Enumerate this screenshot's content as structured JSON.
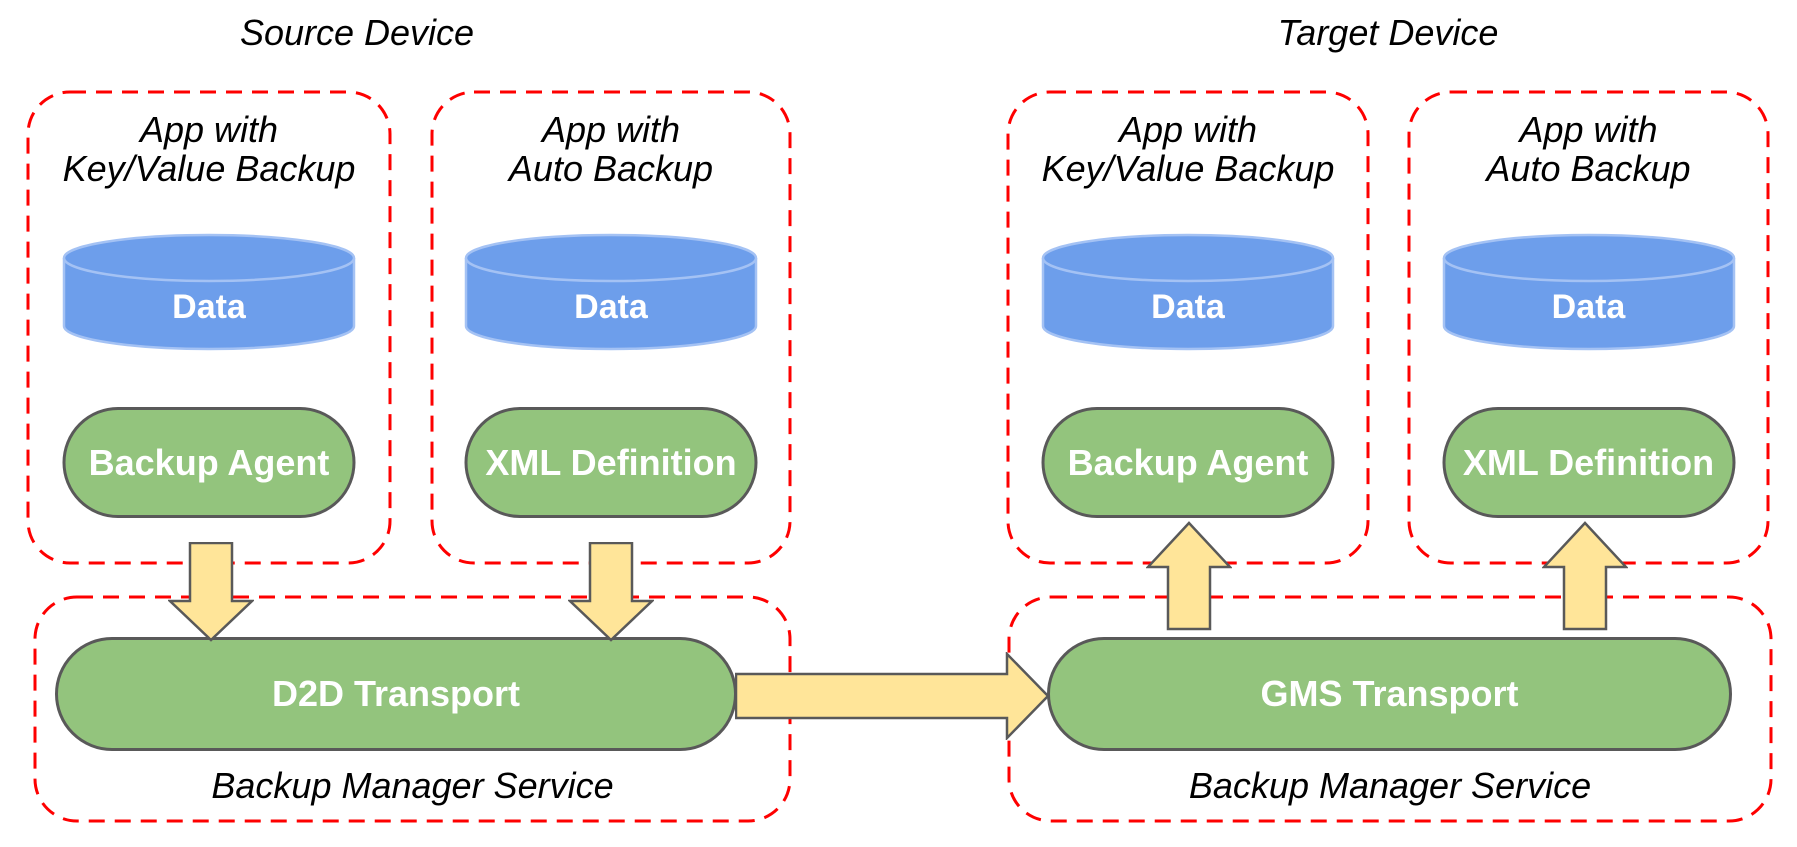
{
  "titles": {
    "source": "Source Device",
    "target": "Target Device"
  },
  "source_device": {
    "apps": [
      {
        "label": "App with\nKey/Value Backup",
        "store": "Data",
        "component": "Backup Agent"
      },
      {
        "label": "App with\nAuto Backup",
        "store": "Data",
        "component": "XML Definition"
      }
    ],
    "service": {
      "transport": "D2D Transport",
      "label": "Backup Manager Service"
    }
  },
  "target_device": {
    "apps": [
      {
        "label": "App with\nKey/Value Backup",
        "store": "Data",
        "component": "Backup Agent"
      },
      {
        "label": "App with\nAuto Backup",
        "store": "Data",
        "component": "XML Definition"
      }
    ],
    "service": {
      "transport": "GMS Transport",
      "label": "Backup Manager Service"
    }
  },
  "flows": [
    {
      "from": "Backup Agent (source)",
      "to": "D2D Transport",
      "direction": "down"
    },
    {
      "from": "XML Definition (source)",
      "to": "D2D Transport",
      "direction": "down"
    },
    {
      "from": "D2D Transport",
      "to": "GMS Transport",
      "direction": "right"
    },
    {
      "from": "GMS Transport",
      "to": "Backup Agent (target)",
      "direction": "up"
    },
    {
      "from": "GMS Transport",
      "to": "XML Definition (target)",
      "direction": "up"
    }
  ],
  "colors": {
    "box_border_red": "#FE0000",
    "component_green": "#93C47D",
    "data_blue": "#6D9EEB",
    "data_blue_stroke": "#A4C2F4",
    "arrow_yellow": "#FFE599",
    "shape_stroke_gray": "#595959",
    "text_white": "#FFFFFF",
    "text_black": "#000000"
  }
}
